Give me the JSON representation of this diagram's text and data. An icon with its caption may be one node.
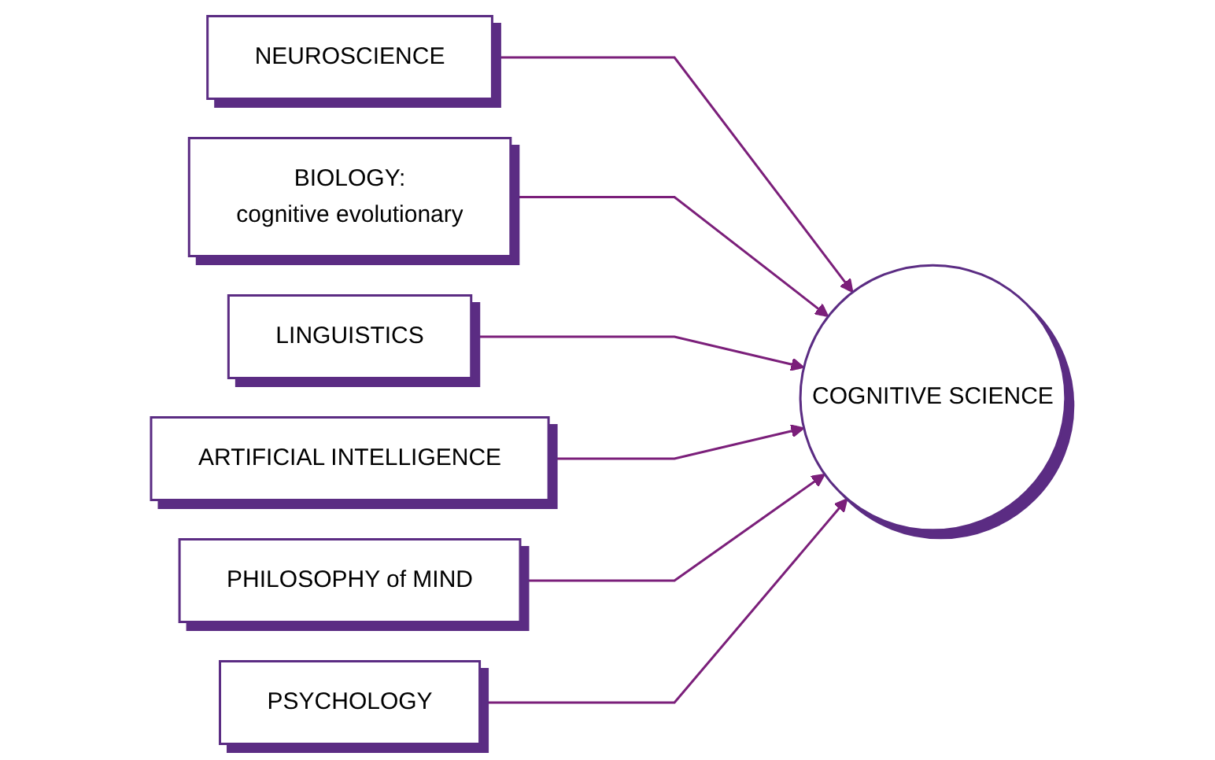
{
  "diagram": {
    "nodes": [
      {
        "text": [
          "NEUROSCIENCE"
        ]
      },
      {
        "text": [
          "BIOLOGY:",
          "cognitive evolutionary"
        ]
      },
      {
        "text": [
          "LINGUISTICS"
        ]
      },
      {
        "text": [
          "COGNITIVE SCIENCE"
        ]
      },
      {
        "text": [
          "ARTIFICIAL INTELLIGENCE"
        ]
      },
      {
        "text": [
          "PHILOSOPHY of MIND"
        ]
      },
      {
        "text": [
          "PSYCHOLOGY"
        ]
      }
    ],
    "edges": [
      {
        "from": 0,
        "to": 3,
        "arrow": "to"
      },
      {
        "from": 1,
        "to": 3,
        "arrow": "to"
      },
      {
        "from": 2,
        "to": 3,
        "arrow": "to"
      },
      {
        "from": 4,
        "to": 3,
        "arrow": "to"
      },
      {
        "from": 5,
        "to": 3,
        "arrow": "to"
      },
      {
        "from": 6,
        "to": 3,
        "arrow": "to"
      }
    ]
  }
}
